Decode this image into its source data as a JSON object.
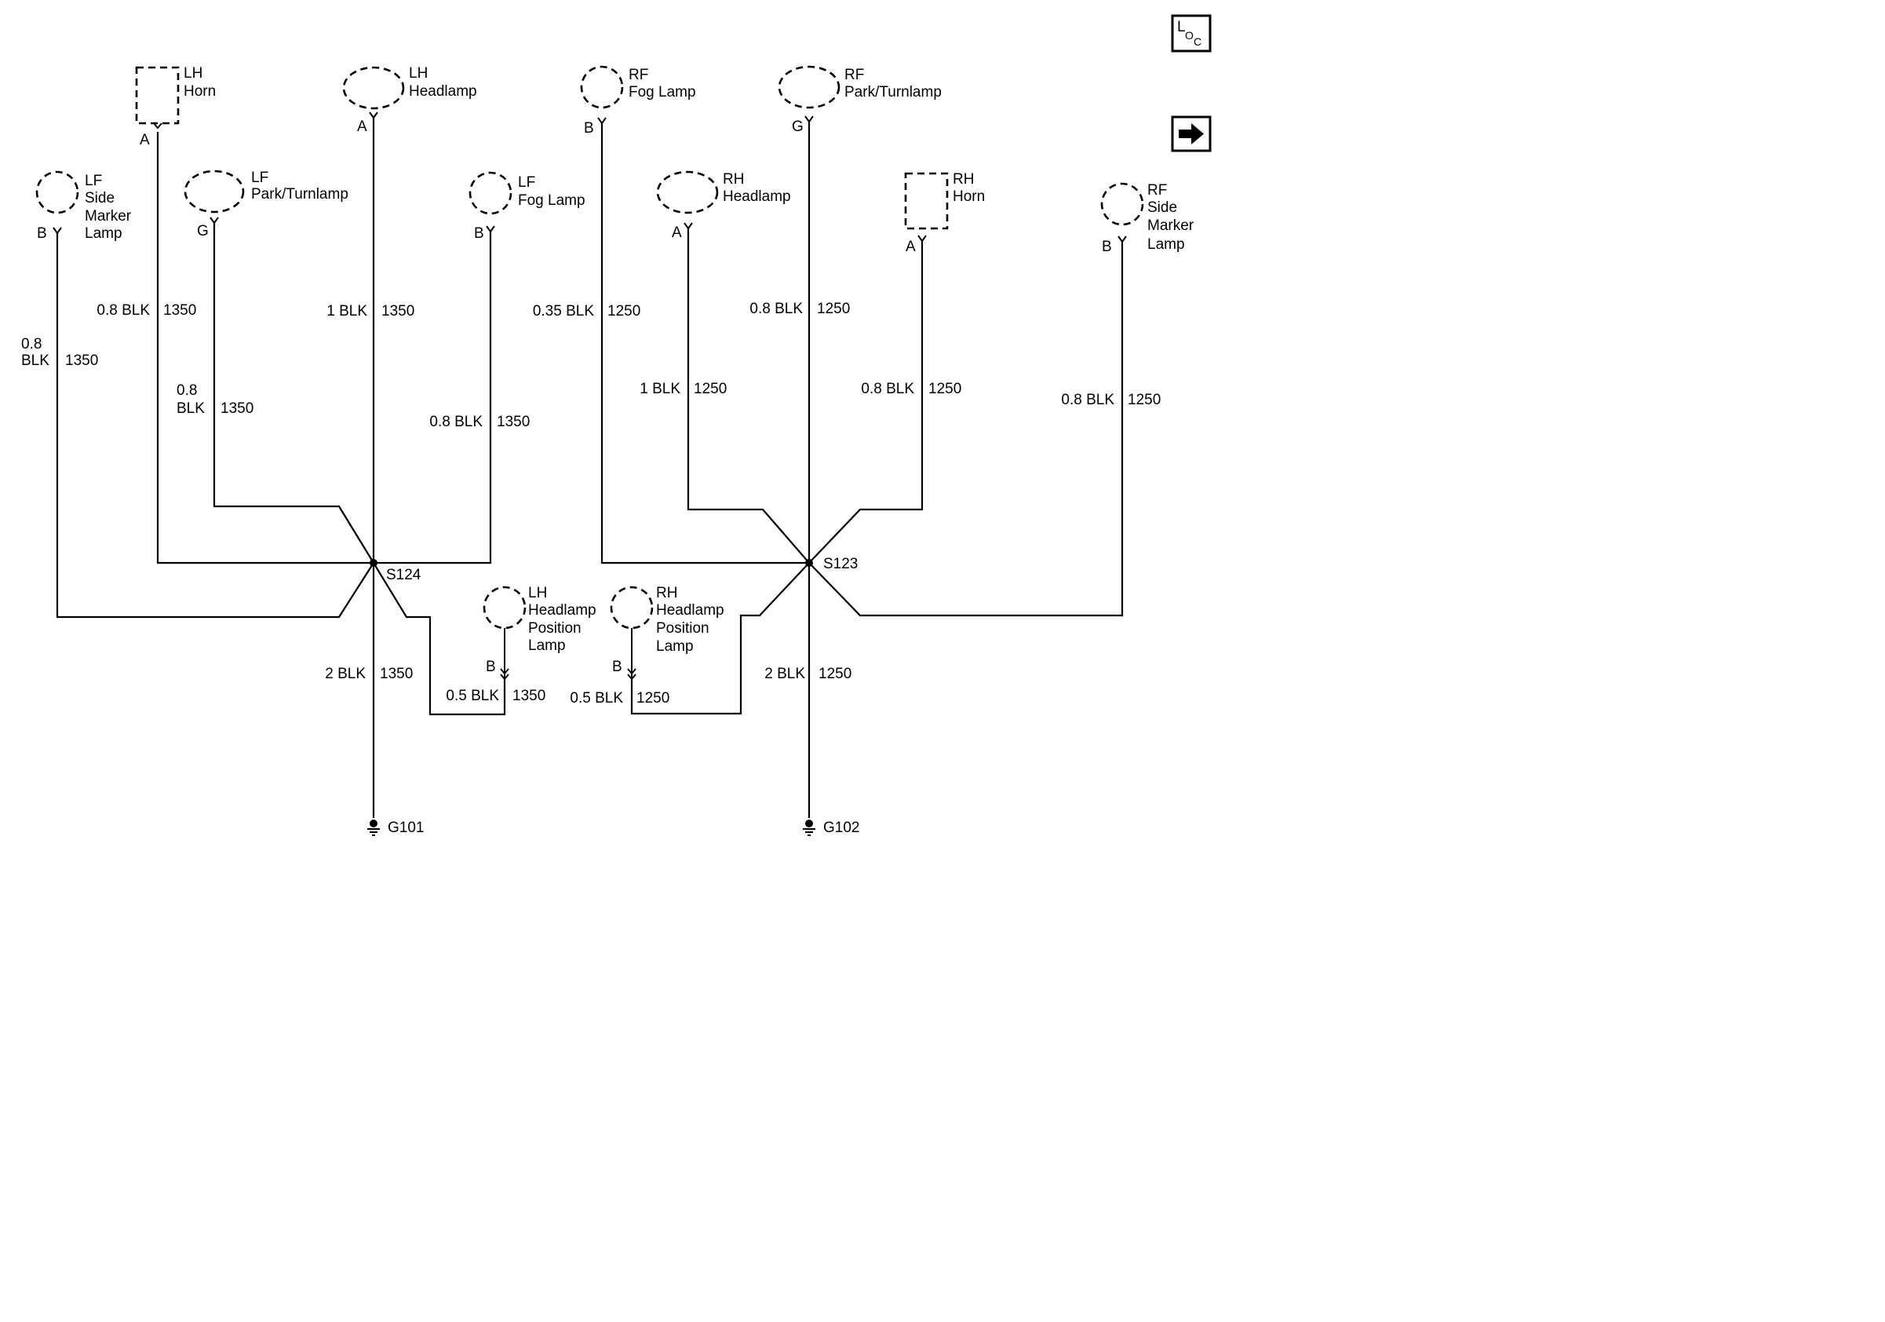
{
  "loc_badge": {
    "big": "L",
    "mid": "O",
    "small": "C"
  },
  "components": {
    "lh_horn": [
      "LH",
      "Horn"
    ],
    "lh_headlamp": [
      "LH",
      "Headlamp"
    ],
    "rf_fog": [
      "RF",
      "Fog Lamp"
    ],
    "rf_park": [
      "RF",
      "Park/Turnlamp"
    ],
    "lf_side": [
      "LF",
      "Side",
      "Marker",
      "Lamp"
    ],
    "lf_park": [
      "LF",
      "Park/Turnlamp"
    ],
    "lf_fog": [
      "LF",
      "Fog Lamp"
    ],
    "rh_headlamp": [
      "RH",
      "Headlamp"
    ],
    "rh_horn": [
      "RH",
      "Horn"
    ],
    "rf_side": [
      "RF",
      "Side",
      "Marker",
      "Lamp"
    ],
    "lh_pos": [
      "LH",
      "Headlamp",
      "Position",
      "Lamp"
    ],
    "rh_pos": [
      "RH",
      "Headlamp",
      "Position",
      "Lamp"
    ]
  },
  "pins": {
    "lh_horn": "A",
    "lh_headlamp": "A",
    "rf_fog": "B",
    "rf_park": "G",
    "lf_side": "B",
    "lf_park": "G",
    "lf_fog": "B",
    "rh_headlamp": "A",
    "rh_horn": "A",
    "rf_side": "B",
    "lh_pos": "B",
    "rh_pos": "B"
  },
  "wires": {
    "lf_side": {
      "size": [
        "0.8",
        "BLK"
      ],
      "circuit": "1350"
    },
    "lh_horn": {
      "size": "0.8 BLK",
      "circuit": "1350"
    },
    "lf_park": {
      "size": [
        "0.8",
        "BLK"
      ],
      "circuit": "1350"
    },
    "lh_headlamp": {
      "size": "1 BLK",
      "circuit": "1350"
    },
    "lf_fog": {
      "size": "0.8 BLK",
      "circuit": "1350"
    },
    "rf_fog": {
      "size": "0.35 BLK",
      "circuit": "1250"
    },
    "rh_headlamp": {
      "size": "1 BLK",
      "circuit": "1250"
    },
    "rf_park": {
      "size": "0.8 BLK",
      "circuit": "1250"
    },
    "rh_horn": {
      "size": "0.8 BLK",
      "circuit": "1250"
    },
    "rf_side": {
      "size": "0.8 BLK",
      "circuit": "1250"
    },
    "g101_ground": {
      "size": "2 BLK",
      "circuit": "1350"
    },
    "lh_pos": {
      "size": "0.5 BLK",
      "circuit": "1350"
    },
    "rh_pos": {
      "size": "0.5 BLK",
      "circuit": "1250"
    },
    "g102_ground": {
      "size": "2 BLK",
      "circuit": "1250"
    }
  },
  "splices": {
    "s124": "S124",
    "s123": "S123"
  },
  "grounds": {
    "g101": "G101",
    "g102": "G102"
  }
}
